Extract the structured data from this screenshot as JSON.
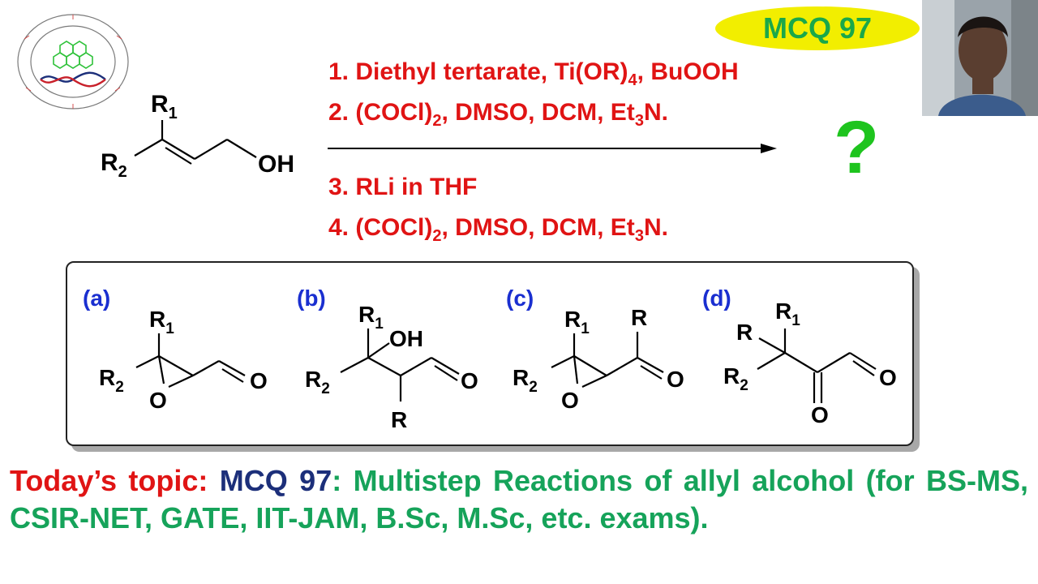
{
  "badge": {
    "text": "MCQ 97"
  },
  "reactant": {
    "r1": "R",
    "r1_sub": "1",
    "r2": "R",
    "r2_sub": "2",
    "oh": "OH"
  },
  "conditions": {
    "step1": {
      "a": "1. Diethyl tertarate, Ti(OR)",
      "sub": "4",
      "b": ", BuOOH"
    },
    "step2": {
      "a": "2. (COCl)",
      "sub1": "2",
      "b": ", DMSO, DCM, Et",
      "sub2": "3",
      "c": "N."
    },
    "step3": {
      "a": "3. RLi in THF"
    },
    "step4": {
      "a": "4.  (COCl)",
      "sub1": "2",
      "b": ", DMSO, DCM, Et",
      "sub2": "3",
      "c": "N."
    }
  },
  "question_mark": "?",
  "options": {
    "a": {
      "label": "(a)",
      "r1": "R",
      "r1_sub": "1",
      "r2": "R",
      "r2_sub": "2",
      "ring_o": "O",
      "carbonyl_o": "O"
    },
    "b": {
      "label": "(b)",
      "r1": "R",
      "r1_sub": "1",
      "oh": "OH",
      "r2": "R",
      "r2_sub": "2",
      "r": "R",
      "carbonyl_o": "O"
    },
    "c": {
      "label": "(c)",
      "r1": "R",
      "r1_sub": "1",
      "r": "R",
      "r2": "R",
      "r2_sub": "2",
      "ring_o": "O",
      "carbonyl_o": "O"
    },
    "d": {
      "label": "(d)",
      "r": "R",
      "r1": "R",
      "r1_sub": "1",
      "r2": "R",
      "r2_sub": "2",
      "keto_o": "O",
      "carbonyl_o": "O"
    }
  },
  "footer": {
    "prefix": "Today’s topic: ",
    "mcq": "MCQ 97",
    "colon": ": ",
    "rest": "Multistep Reactions of allyl alcohol (for BS-MS, CSIR-NET, GATE, IIT-JAM, B.Sc, M.Sc, etc. exams)."
  },
  "colors": {
    "red": "#e01414",
    "green": "#16a35a",
    "navy": "#1c2f7a",
    "blue_label": "#1a2fd0",
    "badge_yellow": "#f2ee00"
  }
}
